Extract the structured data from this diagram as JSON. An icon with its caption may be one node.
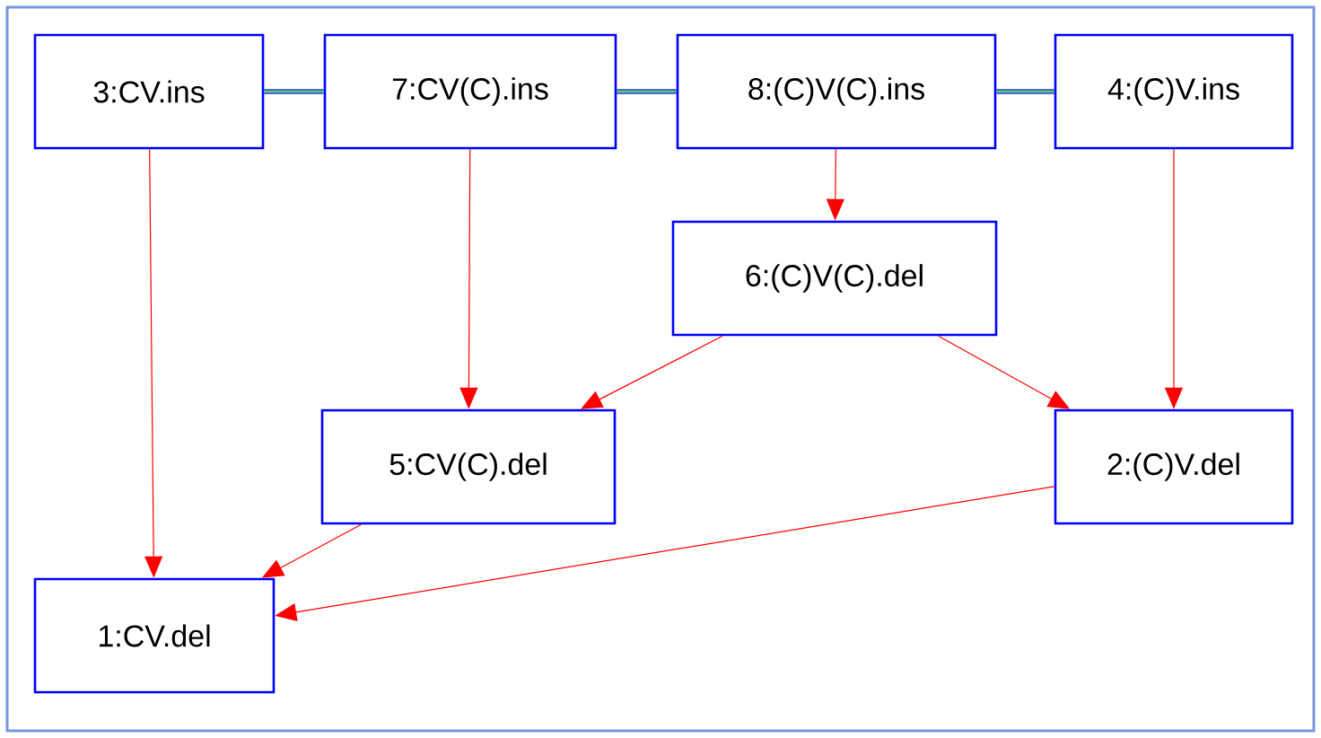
{
  "diagram": {
    "nodes": [
      {
        "text": [
          "3:CV.ins"
        ]
      },
      {
        "text": [
          "7:CV(C).ins"
        ]
      },
      {
        "text": [
          "8:(C)V(C).ins"
        ]
      },
      {
        "text": [
          "4:(C)V.ins"
        ]
      },
      {
        "text": [
          "6:(C)V(C).del"
        ]
      },
      {
        "text": [
          "5:CV(C).del"
        ]
      },
      {
        "text": [
          "2:(C)V.del"
        ]
      },
      {
        "text": [
          "1:CV.del"
        ]
      }
    ],
    "edges": [
      {
        "from": 0,
        "to": 1,
        "arrow": "none",
        "style": "thick",
        "color": "#3333ff"
      },
      {
        "from": 1,
        "to": 2,
        "arrow": "none",
        "style": "thick",
        "color": "#3333ff"
      },
      {
        "from": 2,
        "to": 3,
        "arrow": "none",
        "style": "thick",
        "color": "#3333ff"
      },
      {
        "from": 0,
        "to": 7,
        "arrow": "to"
      },
      {
        "from": 1,
        "to": 5,
        "arrow": "to"
      },
      {
        "from": 2,
        "to": 4,
        "arrow": "to"
      },
      {
        "from": 3,
        "to": 6,
        "arrow": "to"
      },
      {
        "from": 4,
        "to": 5,
        "arrow": "to"
      },
      {
        "from": 4,
        "to": 6,
        "arrow": "to"
      },
      {
        "from": 5,
        "to": 7,
        "arrow": "to"
      },
      {
        "from": 6,
        "to": 7,
        "arrow": "to"
      }
    ]
  }
}
